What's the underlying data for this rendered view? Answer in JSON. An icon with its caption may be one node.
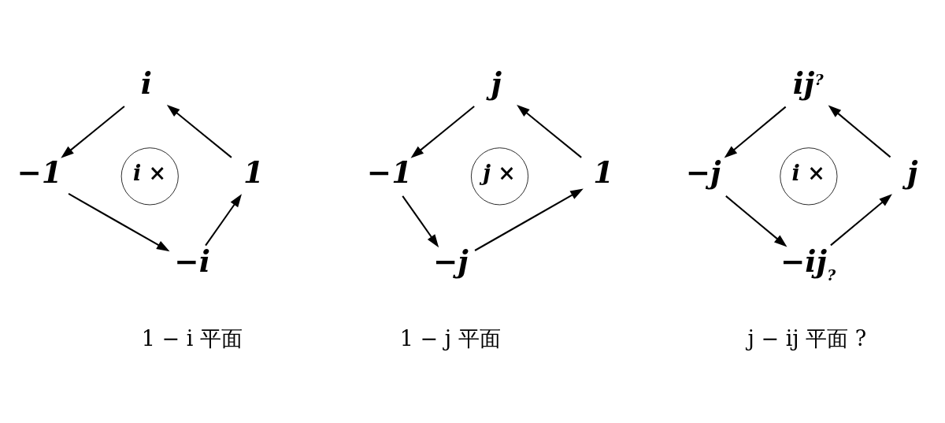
{
  "diagram": {
    "nodes": [
      {
        "text": [
          "i"
        ]
      },
      {
        "text": [
          "−1"
        ]
      },
      {
        "text": [
          "i ×"
        ]
      },
      {
        "text": [
          "1"
        ]
      },
      {
        "text": [
          "−i"
        ]
      },
      {
        "text": [
          "j"
        ]
      },
      {
        "text": [
          "−1"
        ]
      },
      {
        "text": [
          "j ×"
        ]
      },
      {
        "text": [
          "1"
        ]
      },
      {
        "text": [
          "−j"
        ]
      },
      {
        "text": [
          "ij$^{?}$"
        ]
      },
      {
        "text": [
          "−j"
        ]
      },
      {
        "text": [
          "i ×"
        ]
      },
      {
        "text": [
          "j"
        ]
      },
      {
        "text": [
          "−ij$_{?}$"
        ]
      }
    ],
    "edges": [
      {
        "from": 3,
        "to": 0,
        "arrow": "to"
      },
      {
        "from": 0,
        "to": 1,
        "arrow": "to"
      },
      {
        "from": 1,
        "to": 4,
        "arrow": "to"
      },
      {
        "from": 4,
        "to": 3,
        "arrow": "to"
      },
      {
        "from": 8,
        "to": 5,
        "arrow": "to"
      },
      {
        "from": 5,
        "to": 6,
        "arrow": "to"
      },
      {
        "from": 6,
        "to": 9,
        "arrow": "to"
      },
      {
        "from": 9,
        "to": 8,
        "arrow": "to"
      },
      {
        "from": 13,
        "to": 10,
        "arrow": "to"
      },
      {
        "from": 10,
        "to": 11,
        "arrow": "to"
      },
      {
        "from": 11,
        "to": 14,
        "arrow": "to"
      },
      {
        "from": 14,
        "to": 13,
        "arrow": "to"
      }
    ],
    "labels": [
      "1 − i 平面",
      "1 − j 平面",
      "j − ij 平面 ?"
    ]
  }
}
